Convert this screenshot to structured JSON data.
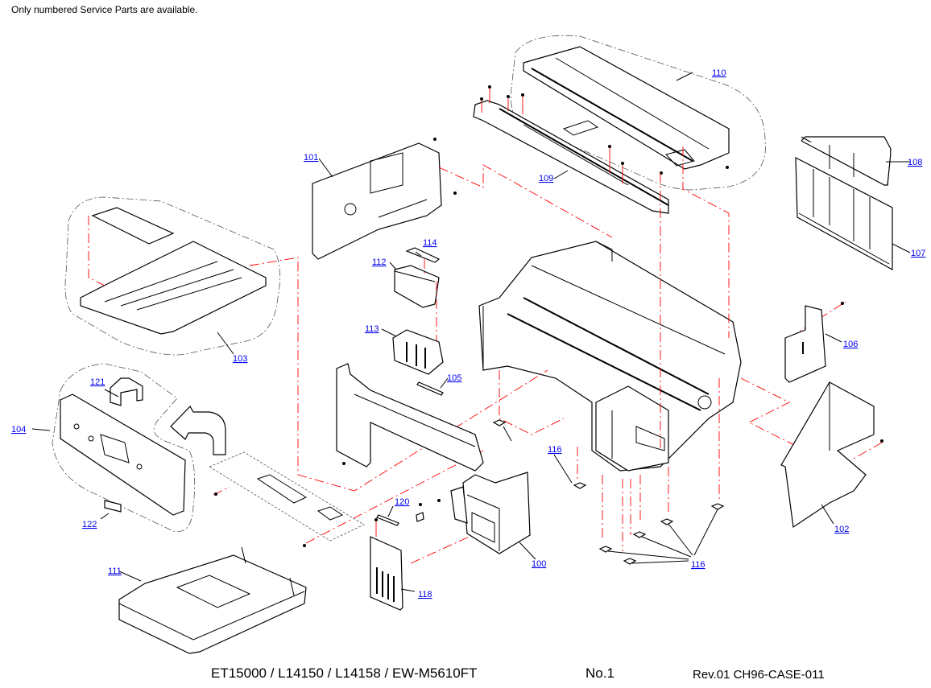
{
  "header": {
    "note": "Only numbered Service Parts are available."
  },
  "footer": {
    "model": "ET15000 / L14150 / L14158 / EW-M5610FT",
    "page_number": "No.1",
    "revision": "Rev.01 CH96-CASE-011"
  },
  "parts": [
    {
      "id": "100",
      "label": "100"
    },
    {
      "id": "101",
      "label": "101"
    },
    {
      "id": "102",
      "label": "102"
    },
    {
      "id": "103",
      "label": "103"
    },
    {
      "id": "104",
      "label": "104"
    },
    {
      "id": "105",
      "label": "105"
    },
    {
      "id": "106",
      "label": "106"
    },
    {
      "id": "107",
      "label": "107"
    },
    {
      "id": "108",
      "label": "108"
    },
    {
      "id": "109",
      "label": "109"
    },
    {
      "id": "110",
      "label": "110"
    },
    {
      "id": "111",
      "label": "111"
    },
    {
      "id": "112",
      "label": "112"
    },
    {
      "id": "113",
      "label": "113"
    },
    {
      "id": "114",
      "label": "114"
    },
    {
      "id": "116",
      "label": "116"
    },
    {
      "id": "118",
      "label": "118"
    },
    {
      "id": "120",
      "label": "120"
    },
    {
      "id": "121",
      "label": "121"
    },
    {
      "id": "122",
      "label": "122"
    }
  ],
  "colors": {
    "label_link": "#0000ee",
    "leader_line": "#000000",
    "assembly_line": "#ff0000"
  }
}
